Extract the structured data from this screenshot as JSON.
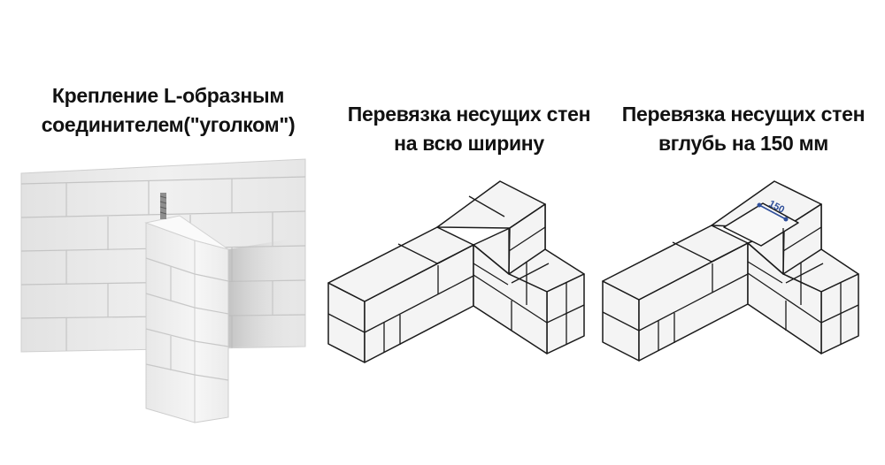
{
  "panels": [
    {
      "title_lines": [
        "Крепление L-образным",
        "соединителем(\"уголком\")"
      ]
    },
    {
      "title_lines": [
        "Перевязка несущих стен",
        "на всю ширину"
      ]
    },
    {
      "title_lines": [
        "Перевязка несущих стен",
        "вглубь на 150 мм"
      ],
      "dimension_label": "150"
    }
  ],
  "colors": {
    "block_face": "#f4f4f4",
    "block_edge": "#1a1a1a",
    "dimension": "#2f4f9a"
  }
}
